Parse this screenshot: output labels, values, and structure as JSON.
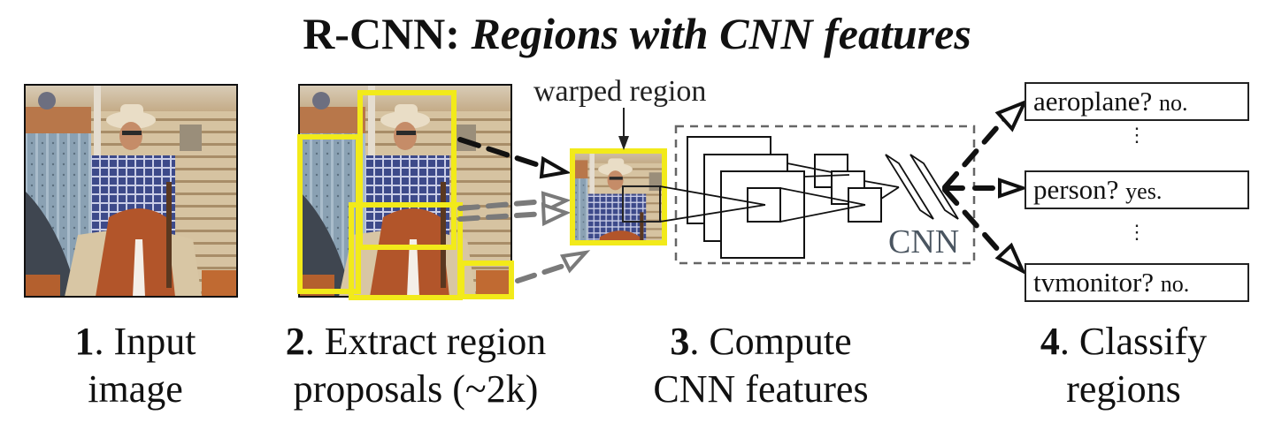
{
  "title": {
    "prefix": "R-CNN:",
    "emphasis": "Regions with CNN features"
  },
  "labels": {
    "warped_region": "warped region",
    "cnn": "CNN"
  },
  "steps": [
    {
      "number": "1",
      "line1": ". Input",
      "line2": "image"
    },
    {
      "number": "2",
      "line1": ". Extract region",
      "line2": "proposals (~2k)"
    },
    {
      "number": "3",
      "line1": ". Compute",
      "line2": "CNN features"
    },
    {
      "number": "4",
      "line1": ". Classify",
      "line2": "regions"
    }
  ],
  "classifications": [
    {
      "class": "aeroplane?",
      "answer": "no."
    },
    {
      "class": "person?",
      "answer": "yes."
    },
    {
      "class": "tvmonitor?",
      "answer": "no."
    }
  ],
  "ellipsis": "⋮",
  "colors": {
    "proposal_box": "#f2ea1a",
    "arrow_primary": "#111111",
    "arrow_secondary": "#7a7a7a",
    "cnn_border": "#666666"
  }
}
